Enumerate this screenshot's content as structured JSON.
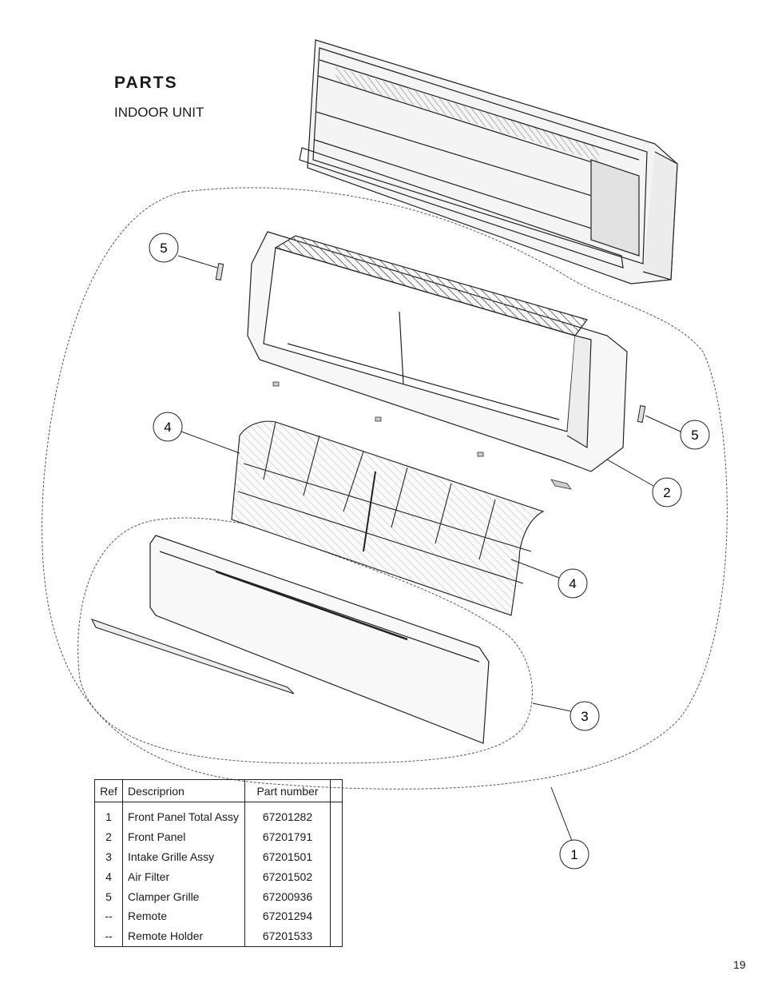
{
  "page": {
    "title": "PARTS",
    "subtitle": "INDOOR UNIT",
    "page_number": "19"
  },
  "callouts": [
    "1",
    "2",
    "3",
    "4",
    "5"
  ],
  "parts_table": {
    "headers": {
      "ref": "Ref",
      "description": "Descriprion",
      "part_number": "Part number",
      "extra": ""
    },
    "rows": [
      {
        "ref": "1",
        "description": "Front Panel Total Assy",
        "part_number": "67201282"
      },
      {
        "ref": "2",
        "description": "Front Panel",
        "part_number": "67201791"
      },
      {
        "ref": "3",
        "description": "Intake Grille Assy",
        "part_number": "67201501"
      },
      {
        "ref": "4",
        "description": "Air Filter",
        "part_number": "67201502"
      },
      {
        "ref": "5",
        "description": "Clamper Grille",
        "part_number": "67200936"
      },
      {
        "ref": "--",
        "description": "Remote",
        "part_number": "67201294"
      },
      {
        "ref": "--",
        "description": "Remote Holder",
        "part_number": "67201533"
      }
    ]
  }
}
